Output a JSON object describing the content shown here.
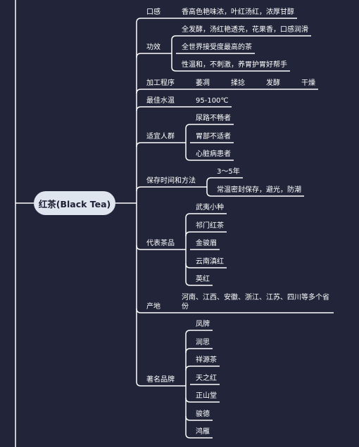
{
  "root": "红茶(Black Tea)",
  "branches": [
    {
      "label": "口感",
      "items": [
        "香高色艳味浓，叶红汤红，浓厚甘醇"
      ]
    },
    {
      "label": "功效",
      "items": [
        "全发酵，汤红艳透亮，花果香，口感润滑",
        "全世界接受度最高的茶",
        "性温和，不刺激，养胃护胃好帮手"
      ]
    },
    {
      "label": "加工程序",
      "items": [
        "萎凋",
        "揉捻",
        "发酵",
        "干燥"
      ]
    },
    {
      "label": "最佳水温",
      "items": [
        "95-100℃"
      ]
    },
    {
      "label": "适宜人群",
      "items": [
        "尿路不畅者",
        "胃部不适者",
        "心脏病患者"
      ]
    },
    {
      "label": "保存时间和方法",
      "items": [
        "3～5年",
        "常温密封保存，避光，防潮"
      ]
    },
    {
      "label": "代表茶品",
      "items": [
        "武夷小种",
        "祁门红茶",
        "金骏眉",
        "云南滇红",
        "英红"
      ]
    },
    {
      "label": "产地",
      "items": [
        "河南、江西、安徽、浙江、江苏、四川等多个省份"
      ]
    },
    {
      "label": "著名品牌",
      "items": [
        "凤牌",
        "润思",
        "祥源茶",
        "天之红",
        "正山堂",
        "骏德",
        "鸿雁"
      ]
    }
  ]
}
